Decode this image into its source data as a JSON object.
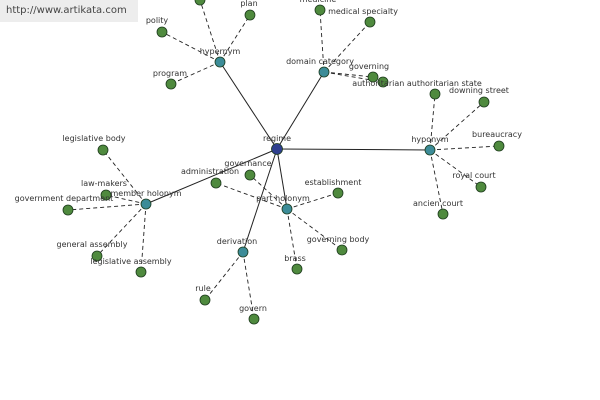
{
  "watermark": "http://www.artikata.com",
  "colors": {
    "center": "#2f3f8f",
    "relation": "#3c8c98",
    "leaf": "#4f8a3e",
    "edge": "#222222",
    "node_stroke": "#1c3a1c"
  },
  "graph": {
    "center": {
      "id": "regime",
      "label": "regime"
    },
    "relations": [
      {
        "id": "hypernym",
        "label": "hypernym",
        "leaves": [
          {
            "id": "hypernym-hidden-a",
            "label": ""
          },
          {
            "id": "polity",
            "label": "polity"
          },
          {
            "id": "plan",
            "label": "plan"
          },
          {
            "id": "program",
            "label": "program"
          }
        ]
      },
      {
        "id": "domain-category",
        "label": "domain category",
        "leaves": [
          {
            "id": "medicine",
            "label": "medicine"
          },
          {
            "id": "medical-specialty",
            "label": "medical specialty"
          },
          {
            "id": "governing",
            "label": "governing"
          },
          {
            "id": "authoritarian-state",
            "label": "authoritarian authoritarian state"
          }
        ]
      },
      {
        "id": "hyponym",
        "label": "hyponym",
        "leaves": [
          {
            "id": "downing-street",
            "label": "downing street"
          },
          {
            "id": "hyponym-hidden-a",
            "label": ""
          },
          {
            "id": "bureaucracy",
            "label": "bureaucracy"
          },
          {
            "id": "royal-court",
            "label": "royal court"
          },
          {
            "id": "ancien-court",
            "label": "ancien court"
          }
        ]
      },
      {
        "id": "member-holonym",
        "label": "member holonym",
        "leaves": [
          {
            "id": "legislative-body",
            "label": "legislative body"
          },
          {
            "id": "law-makers",
            "label": "law-makers"
          },
          {
            "id": "government-department",
            "label": "government department"
          },
          {
            "id": "general-assembly",
            "label": "general assembly"
          },
          {
            "id": "legislative-assembly",
            "label": "legislative assembly"
          }
        ]
      },
      {
        "id": "part-holonym",
        "label": "part holonym",
        "leaves": [
          {
            "id": "governance",
            "label": "governance"
          },
          {
            "id": "administration",
            "label": "administration"
          },
          {
            "id": "establishment",
            "label": "establishment"
          },
          {
            "id": "governing-body",
            "label": "governing body"
          },
          {
            "id": "brass",
            "label": "brass"
          }
        ]
      },
      {
        "id": "derivation",
        "label": "derivation",
        "leaves": [
          {
            "id": "rule",
            "label": "rule"
          },
          {
            "id": "govern",
            "label": "govern"
          }
        ]
      }
    ]
  }
}
